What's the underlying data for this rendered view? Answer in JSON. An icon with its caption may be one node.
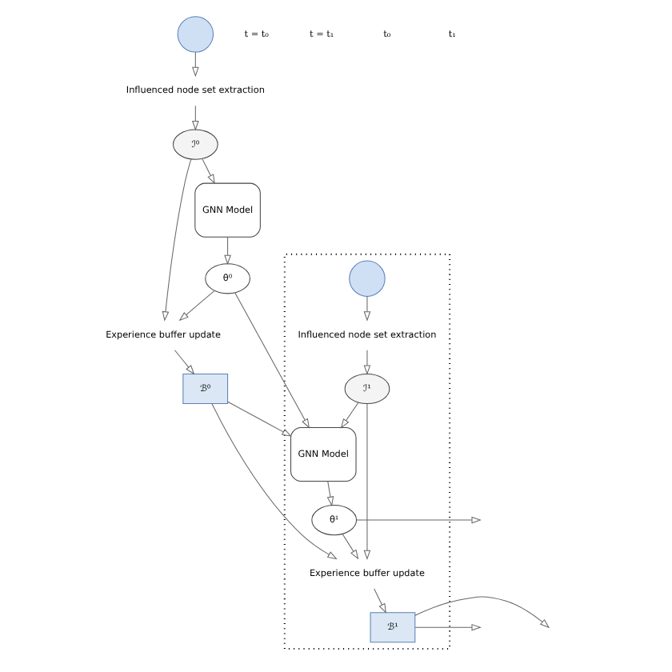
{
  "diagram": {
    "nodes": [
      {
        "text": [],
        "shape": "graph"
      },
      {
        "text": [
          "Influenced node set extraction"
        ]
      },
      {
        "text": [
          "ℐ⁰"
        ]
      },
      {
        "text": [
          "GNN Model"
        ]
      },
      {
        "text": [
          "Experience buffer update"
        ]
      },
      {
        "text": [
          "ℬ⁰"
        ]
      },
      {
        "text": [
          "θ⁰"
        ]
      },
      {
        "text": [],
        "shape": "box"
      },
      {
        "text": [],
        "shape": "graph",
        "in": 7
      },
      {
        "text": [
          "Influenced node set extraction"
        ],
        "in": 7
      },
      {
        "text": [
          "ℐ¹"
        ],
        "in": 7
      },
      {
        "text": [
          "GNN Model"
        ],
        "in": 7
      },
      {
        "text": [
          "Experience buffer update"
        ],
        "in": 7
      },
      {
        "text": [
          "ℬ¹"
        ],
        "in": 7
      },
      {
        "text": [
          "θ¹"
        ],
        "in": 7
      }
    ],
    "edges": [
      {
        "from": 0,
        "to": 1,
        "arrow": "to"
      },
      {
        "from": 1,
        "to": 2,
        "arrow": "to"
      },
      {
        "from": 2,
        "to": 3,
        "arrow": "to"
      },
      {
        "from": 2,
        "to": 4,
        "arrow": "to"
      },
      {
        "from": 3,
        "to": 6,
        "arrow": "to"
      },
      {
        "from": 6,
        "to": 4,
        "arrow": "to"
      },
      {
        "from": 4,
        "to": 5,
        "arrow": "to"
      },
      {
        "from": 5,
        "to": 12,
        "arrow": "to"
      },
      {
        "from": 5,
        "to": 11,
        "arrow": "to"
      },
      {
        "from": 6,
        "to": 11,
        "arrow": "to"
      },
      {
        "from": 8,
        "to": 9,
        "arrow": "to"
      },
      {
        "from": 9,
        "to": 10,
        "arrow": "to"
      },
      {
        "from": 10,
        "to": 11,
        "arrow": "to"
      },
      {
        "from": 10,
        "to": 12,
        "arrow": "to"
      },
      {
        "from": 11,
        "to": 14,
        "arrow": "to"
      },
      {
        "from": 14,
        "to": 12,
        "arrow": "to"
      },
      {
        "from": 12,
        "to": 13,
        "arrow": "to"
      },
      {
        "from": 13,
        "to": null,
        "arrow": "to"
      },
      {
        "from": 13,
        "to": null,
        "arrow": "to"
      },
      {
        "from": 14,
        "to": null,
        "arrow": "to"
      }
    ],
    "labels": [
      "t = t₀",
      "t = t₁",
      "t₀",
      "t₁"
    ]
  }
}
